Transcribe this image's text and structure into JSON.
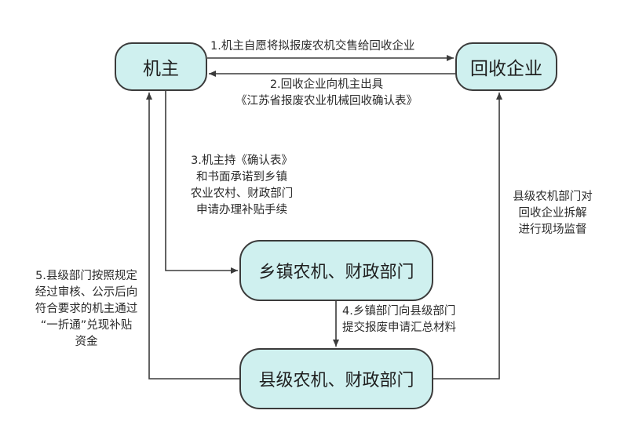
{
  "nodes": {
    "jizhu": "机主",
    "huishou": "回收企业",
    "xiangzhen": "乡镇农机、财政部门",
    "xianji": "县级农机、财政部门"
  },
  "edges": {
    "step1": "1.机主自愿将拟报废农机交售给回收企业",
    "step2": [
      "2.回收企业向机主出具",
      "《江苏省报废农业机械回收确认表》"
    ],
    "step3": [
      "3.机主持《确认表》",
      "和书面承诺到乡镇",
      "农业农村、财政部门",
      "申请办理补贴手续"
    ],
    "step4": [
      "4.乡镇部门向县级部门",
      "提交报废申请汇总材料"
    ],
    "step5": [
      "5.县级部门按照规定",
      "经过审核、公示后向",
      "符合要求的机主通过",
      "“一折通”兑现补贴",
      "资金"
    ],
    "supervise": [
      "县级农机部门对",
      "回收企业拆解",
      "进行现场监督"
    ]
  },
  "colors": {
    "box_fill": "#cff0ef",
    "box_stroke": "#3b3b3b",
    "line": "#3b3b3b",
    "text": "#2b2b2b"
  }
}
